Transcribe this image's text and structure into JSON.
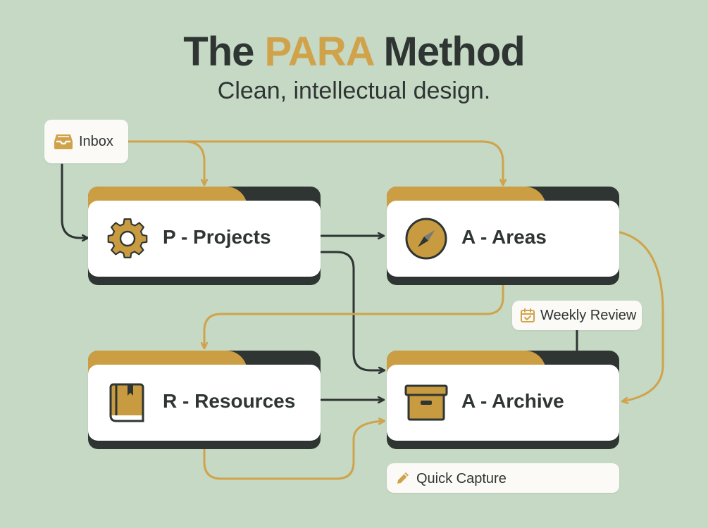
{
  "title": {
    "lead": "The",
    "accent": "PARA",
    "tail": "Method"
  },
  "subtitle": "Clean, intellectual design.",
  "colors": {
    "background": "#c5d9c5",
    "accent": "#d0a34b",
    "dark": "#2e3533",
    "card": "#ffffff"
  },
  "inbox": {
    "label": "Inbox",
    "icon": "inbox-tray-icon"
  },
  "cards": {
    "projects": {
      "label": "P - Projects",
      "icon": "gear-icon"
    },
    "areas": {
      "label": "A - Areas",
      "icon": "compass-icon"
    },
    "resources": {
      "label": "R - Resources",
      "icon": "book-icon"
    },
    "archive": {
      "label": "A - Archive",
      "icon": "archive-box-icon"
    }
  },
  "weekly_review": {
    "label": "Weekly Review",
    "icon": "calendar-check-icon"
  },
  "quick_capture": {
    "label": "Quick Capture",
    "icon": "pencil-icon"
  }
}
